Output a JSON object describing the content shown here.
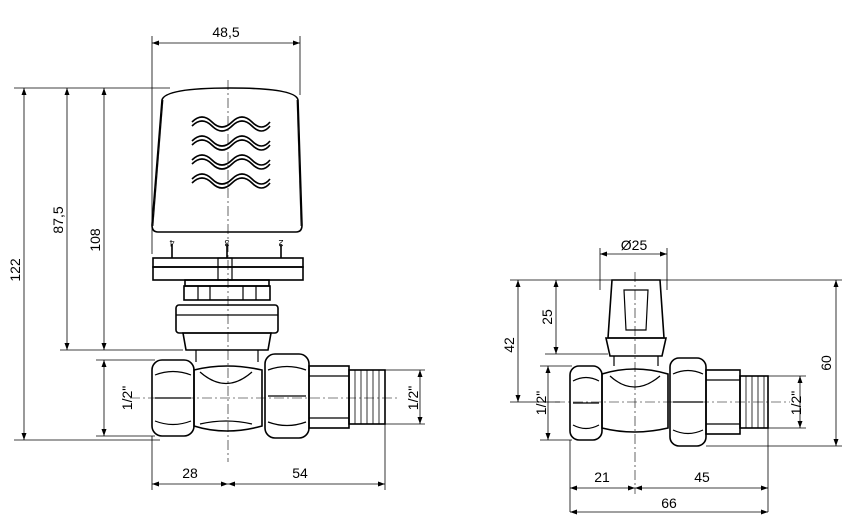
{
  "left_view": {
    "dims": {
      "head_width": "48,5",
      "total_height": "122",
      "cap_to_axis": "87,5",
      "head_height": "108",
      "inlet_thread": "1/2\"",
      "outlet_thread": "1/2\"",
      "inlet_to_axis": "28",
      "axis_to_outlet": "54"
    },
    "head_marks": [
      "4",
      "3",
      "2"
    ]
  },
  "right_view": {
    "dims": {
      "cap_diameter": "Ø25",
      "cap_height": "25",
      "top_to_axis": "42",
      "total_height": "60",
      "inlet_thread": "1/2\"",
      "outlet_thread": "1/2\"",
      "inlet_to_axis": "21",
      "axis_to_outlet": "45",
      "total_length": "66"
    }
  }
}
